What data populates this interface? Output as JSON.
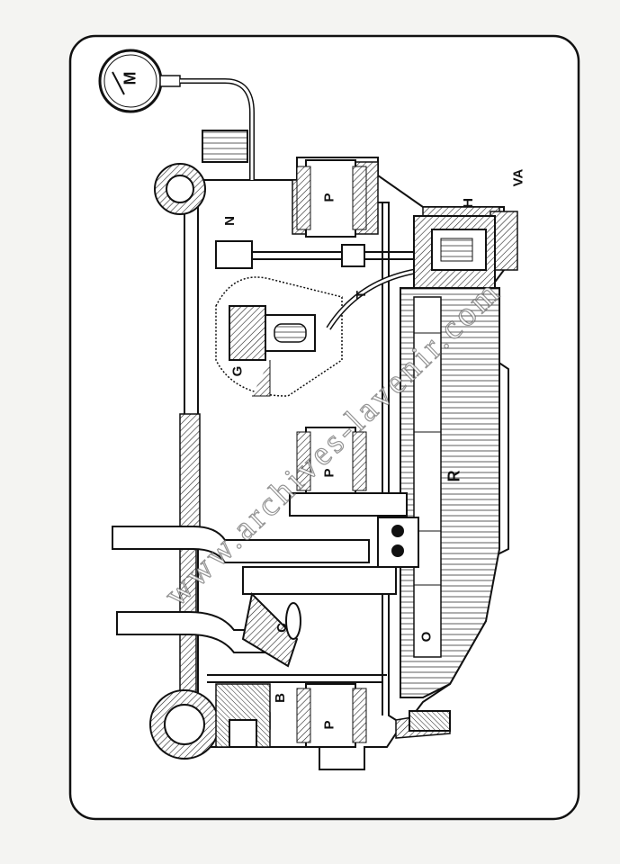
{
  "labels": {
    "M": "M",
    "VA": "VA",
    "H": "H",
    "N": "N",
    "P_top": "P",
    "T": "T",
    "G": "G",
    "P_mid": "P",
    "R": "R",
    "O": "O",
    "C": "C",
    "B": "B",
    "P_bottom": "P"
  },
  "watermark": "www.archives-lavenir.com"
}
